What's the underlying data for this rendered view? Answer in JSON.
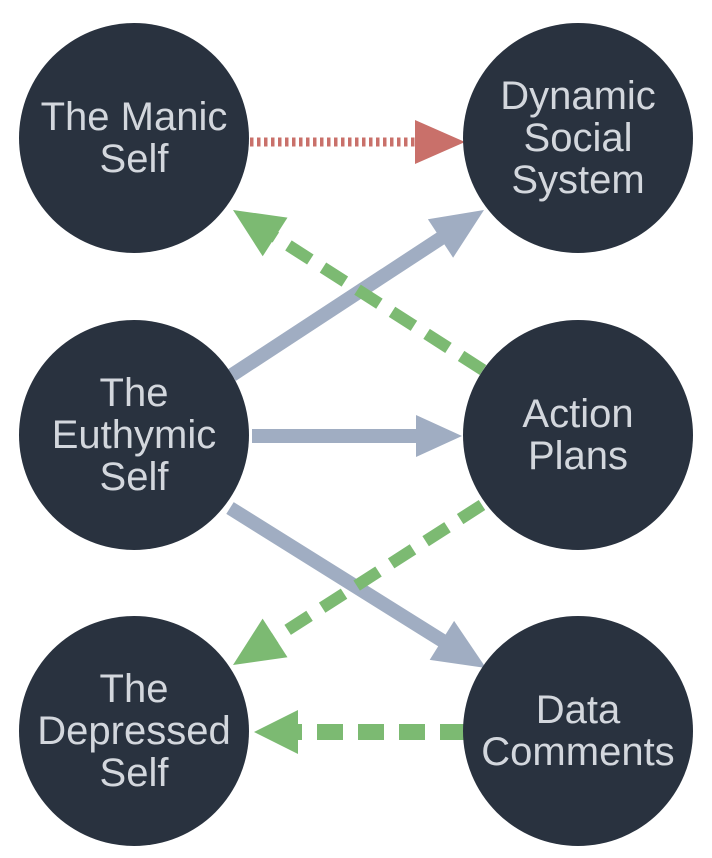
{
  "nodes": [
    {
      "id": "manic",
      "name": "node-manic-self",
      "lines": [
        "The Manic",
        "Self"
      ]
    },
    {
      "id": "social",
      "name": "node-dynamic-social-system",
      "lines": [
        "Dynamic",
        "Social",
        "System"
      ]
    },
    {
      "id": "euthymic",
      "name": "node-euthymic-self",
      "lines": [
        "The",
        "Euthymic",
        "Self"
      ]
    },
    {
      "id": "action",
      "name": "node-action-plans",
      "lines": [
        "Action",
        "Plans"
      ]
    },
    {
      "id": "depressed",
      "name": "node-depressed-self",
      "lines": [
        "The",
        "Depressed",
        "Self"
      ]
    },
    {
      "id": "data",
      "name": "node-data-comments",
      "lines": [
        "Data",
        "Comments"
      ]
    }
  ],
  "edges": [
    {
      "name": "edge-manic-to-social",
      "from": "manic",
      "to": "social",
      "style": "dotted",
      "color": "#c9706a"
    },
    {
      "name": "edge-euthymic-to-social",
      "from": "euthymic",
      "to": "social",
      "style": "solid",
      "color": "#a0adc2"
    },
    {
      "name": "edge-euthymic-to-action",
      "from": "euthymic",
      "to": "action",
      "style": "solid",
      "color": "#a0adc2"
    },
    {
      "name": "edge-euthymic-to-data",
      "from": "euthymic",
      "to": "data",
      "style": "solid",
      "color": "#a0adc2"
    },
    {
      "name": "edge-action-to-manic",
      "from": "action",
      "to": "manic",
      "style": "dashed",
      "color": "#7cba72"
    },
    {
      "name": "edge-action-to-depressed",
      "from": "action",
      "to": "depressed",
      "style": "dashed",
      "color": "#7cba72"
    },
    {
      "name": "edge-data-to-depressed",
      "from": "data",
      "to": "depressed",
      "style": "dashed",
      "color": "#7cba72"
    }
  ],
  "colors": {
    "node_fill": "#29323f",
    "node_text": "#d3d7dd"
  }
}
